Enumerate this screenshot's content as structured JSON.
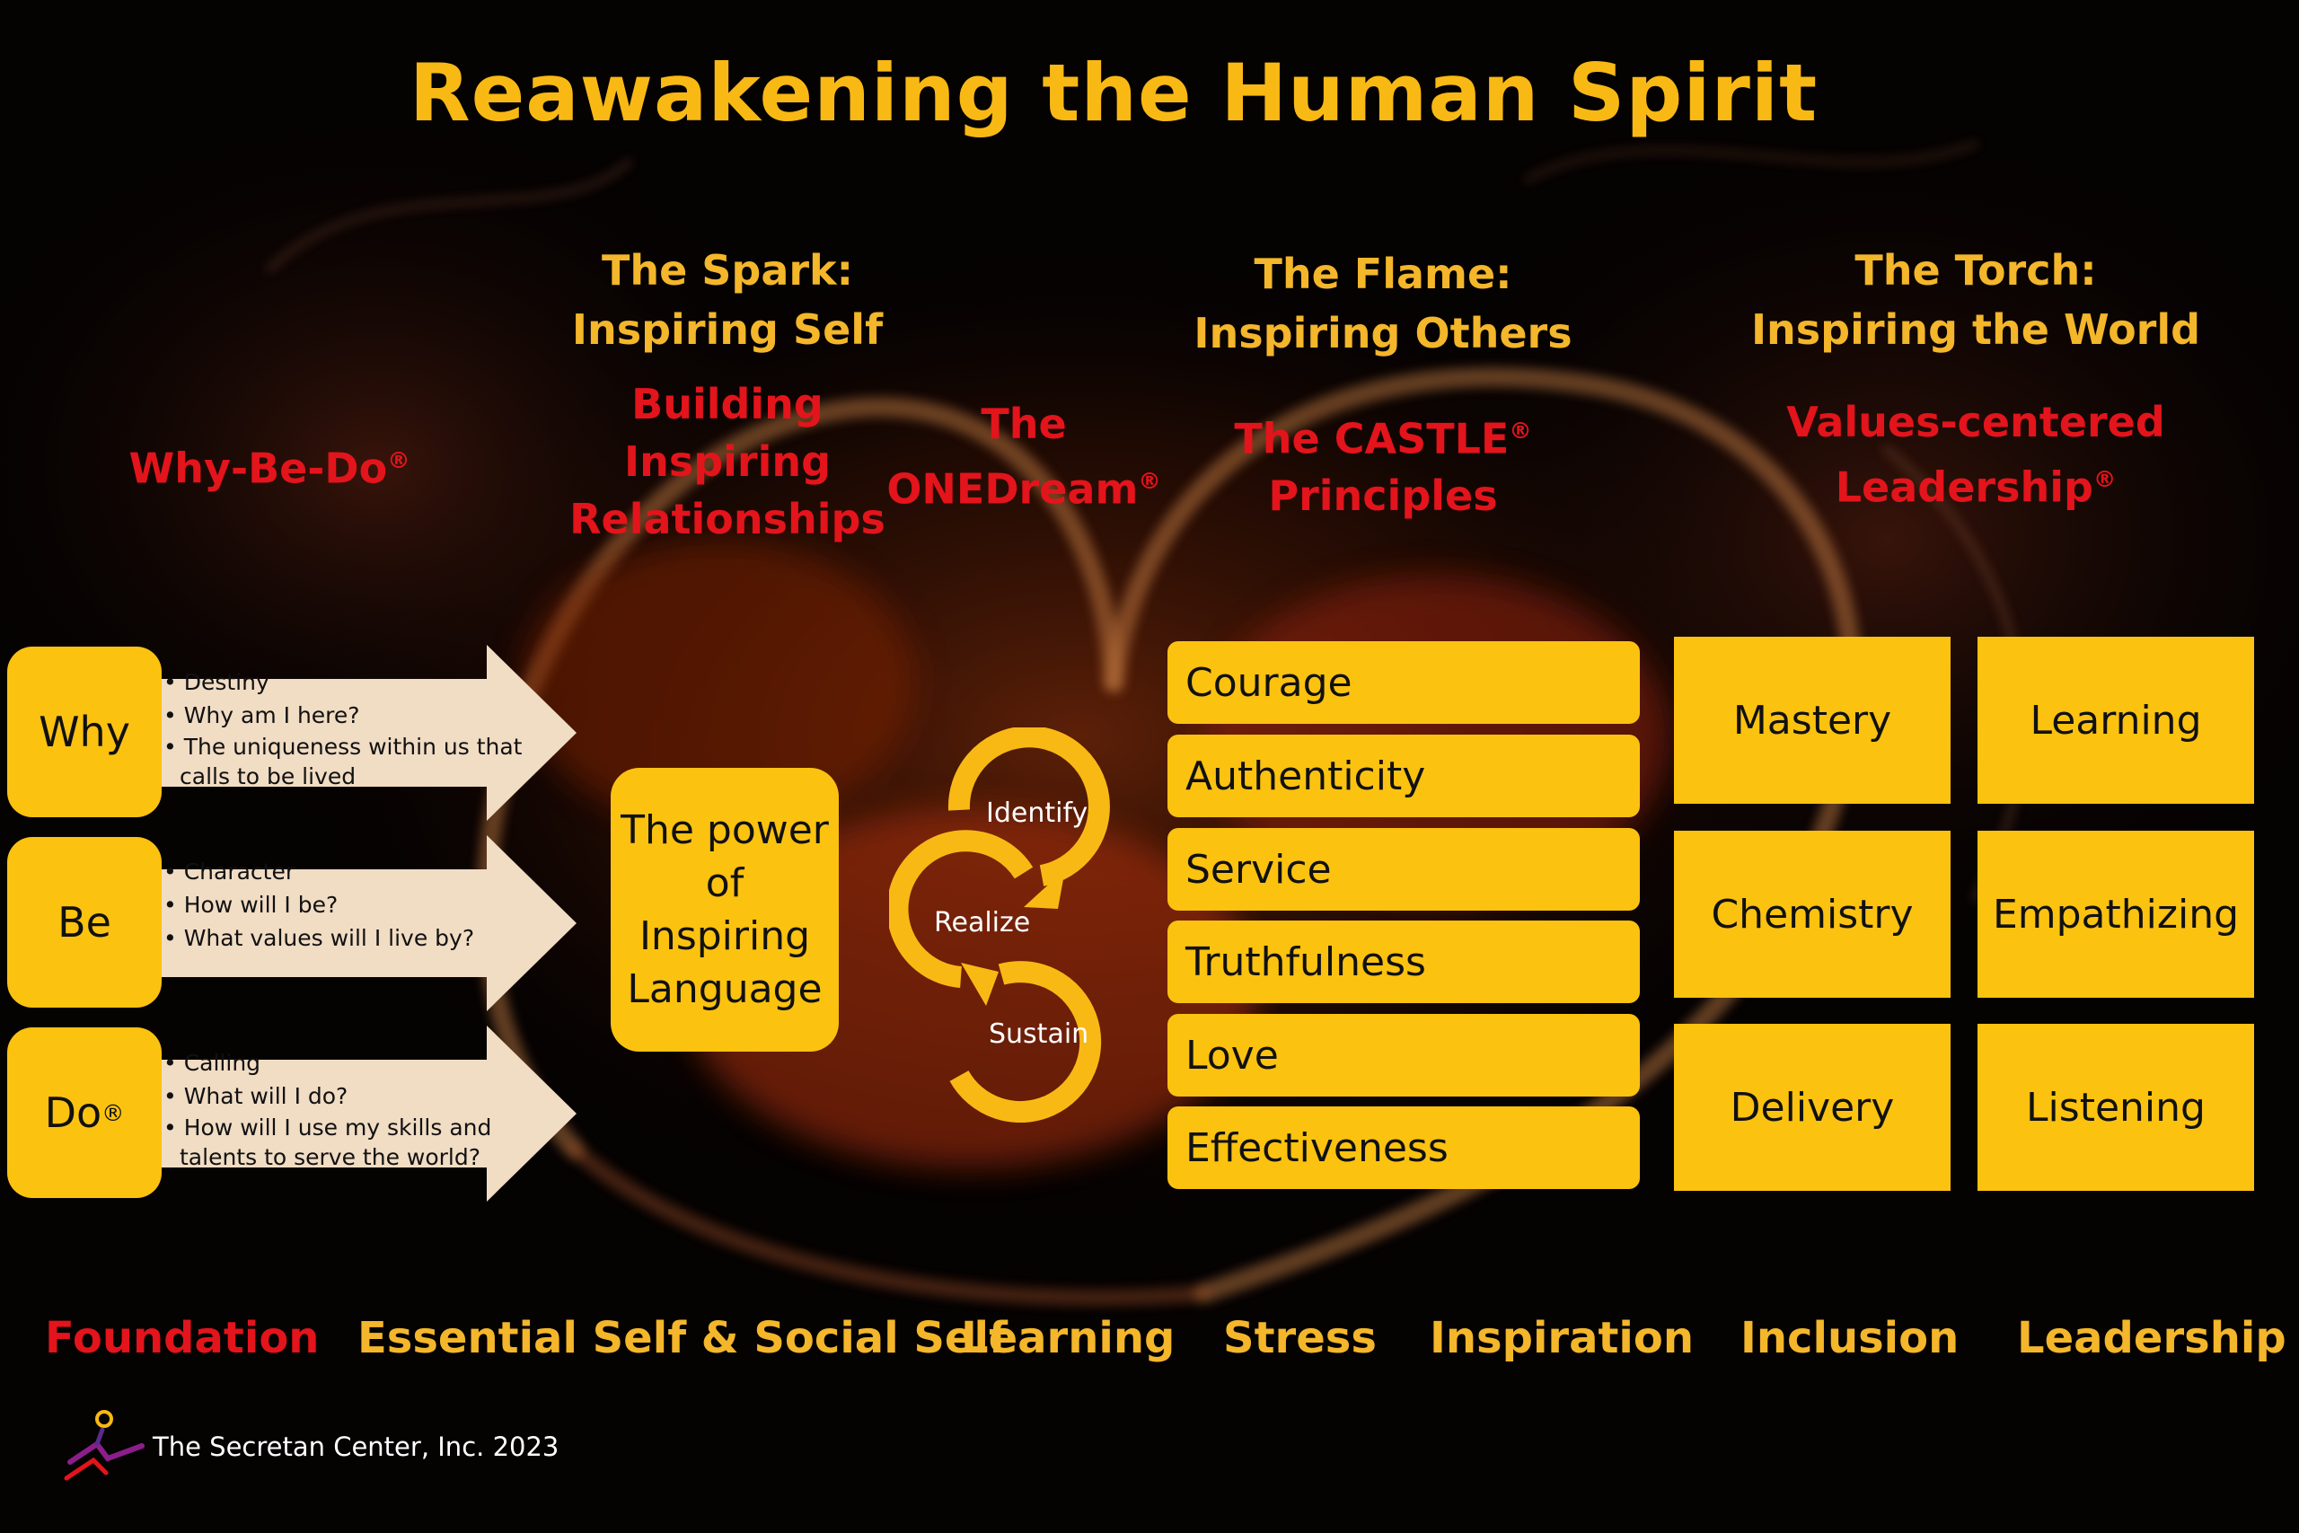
{
  "title": "Reawakening the Human Spirit",
  "columns": {
    "spark": {
      "line1": "The Spark:",
      "line2": "Inspiring Self"
    },
    "flame": {
      "line1": "The Flame:",
      "line2": "Inspiring Others"
    },
    "torch": {
      "line1": "The Torch:",
      "line2": "Inspiring the World"
    }
  },
  "programs": {
    "why_be_do": "Why-Be-Do",
    "building": [
      "Building",
      "Inspiring",
      "Relationships"
    ],
    "onedream": {
      "line1": "The",
      "line2": "ONEDream"
    },
    "castle": {
      "line1": "The CASTLE",
      "line2": "Principles"
    },
    "values": {
      "line1": "Values-centered",
      "line2": "Leadership"
    },
    "reg_mark": "®"
  },
  "foundation": [
    {
      "label": "Why",
      "bullets": [
        "Destiny",
        "Why am I here?",
        "The uniqueness within us that calls to be lived"
      ]
    },
    {
      "label": "Be",
      "bullets": [
        "Character",
        "How will  I be?",
        "What values will I live by?"
      ]
    },
    {
      "label": "Do",
      "bullets": [
        "Calling",
        "What will I do?",
        "How will I use my skills and talents to serve the world?"
      ]
    }
  ],
  "power_box": [
    "The power",
    "of",
    "Inspiring",
    "Language"
  ],
  "cycle": [
    "Identify",
    "Realize",
    "Sustain"
  ],
  "castle_items": [
    "Courage",
    "Authenticity",
    "Service",
    "Truthfulness",
    "Love",
    "Effectiveness"
  ],
  "values_grid": [
    [
      "Mastery",
      "Learning"
    ],
    [
      "Chemistry",
      "Empathizing"
    ],
    [
      "Delivery",
      "Listening"
    ]
  ],
  "footer": [
    "Foundation",
    "Essential Self & Social Self",
    "Learning",
    "Stress",
    "Inspiration",
    "Inclusion",
    "Leadership"
  ],
  "copyright": "The Secretan Center, Inc. 2023",
  "colors": {
    "gold": "#FCC210",
    "heading_gold": "#F4B62A",
    "red": "#E3141B",
    "bullet_bg": "#F1DCC4"
  }
}
